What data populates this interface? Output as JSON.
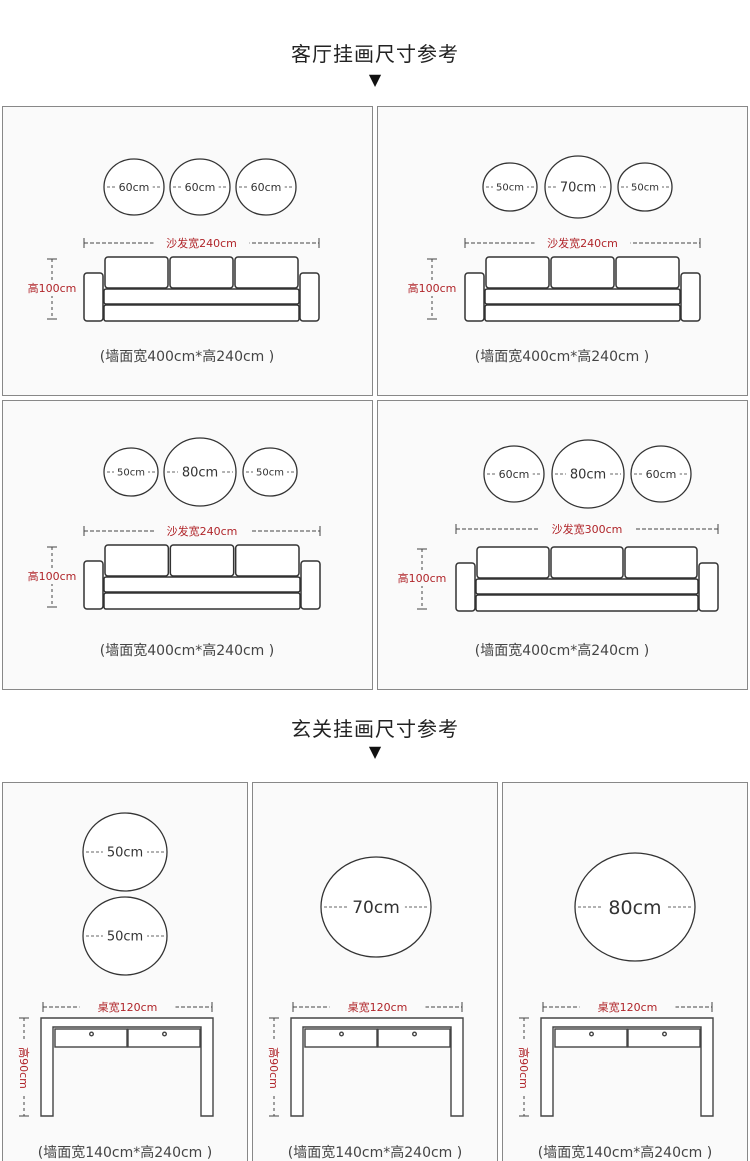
{
  "living_room": {
    "title": "客厅挂画尺寸参考",
    "arrow": "▼",
    "panels": [
      {
        "circles": [
          "60cm",
          "60cm",
          "60cm"
        ],
        "sofa_width": "沙发宽240cm",
        "sofa_height": "高100cm",
        "caption": "(墙面宽400cm*高240cm )"
      },
      {
        "circles": [
          "50cm",
          "70cm",
          "50cm"
        ],
        "sofa_width": "沙发宽240cm",
        "sofa_height": "高100cm",
        "caption": "(墙面宽400cm*高240cm )"
      },
      {
        "circles": [
          "50cm",
          "80cm",
          "50cm"
        ],
        "sofa_width": "沙发宽240cm",
        "sofa_height": "高100cm",
        "caption": "(墙面宽400cm*高240cm )"
      },
      {
        "circles": [
          "60cm",
          "80cm",
          "60cm"
        ],
        "sofa_width": "沙发宽300cm",
        "sofa_height": "高100cm",
        "caption": "(墙面宽400cm*高240cm )"
      }
    ]
  },
  "entryway": {
    "title": "玄关挂画尺寸参考",
    "arrow": "▼",
    "panels": [
      {
        "circles": [
          "50cm",
          "50cm"
        ],
        "table_width": "桌宽120cm",
        "table_height": "高90cm",
        "caption": "(墙面宽140cm*高240cm )"
      },
      {
        "circles": [
          "70cm"
        ],
        "table_width": "桌宽120cm",
        "table_height": "高90cm",
        "caption": "(墙面宽140cm*高240cm )"
      },
      {
        "circles": [
          "80cm"
        ],
        "table_width": "桌宽120cm",
        "table_height": "高90cm",
        "caption": "(墙面宽140cm*高240cm )"
      }
    ]
  },
  "colors": {
    "accent": "#b0252a",
    "line": "#444444",
    "panel_bg": "#fafafa",
    "border": "#888888"
  }
}
